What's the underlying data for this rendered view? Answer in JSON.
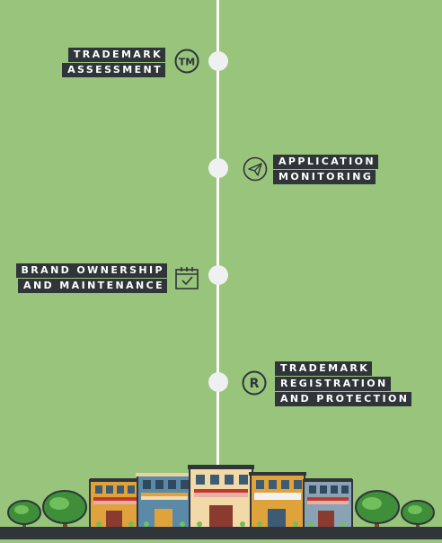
{
  "steps": [
    {
      "id": "assessment",
      "lines": [
        "TRADEMARK",
        "ASSESSMENT"
      ],
      "icon": "trademark-tm-icon",
      "icon_text": "TM"
    },
    {
      "id": "monitoring",
      "lines": [
        "APPLICATION",
        "MONITORING"
      ],
      "icon": "paper-plane-icon"
    },
    {
      "id": "ownership",
      "lines": [
        "BRAND OWNERSHIP",
        "AND MAINTENANCE"
      ],
      "icon": "calendar-check-icon"
    },
    {
      "id": "registration",
      "lines": [
        "TRADEMARK",
        "REGISTRATION",
        "AND PROTECTION"
      ],
      "icon": "registered-icon",
      "icon_text": "R"
    }
  ],
  "colors": {
    "background": "#98c47b",
    "label_bg": "#2f3539",
    "line": "#ffffff",
    "node": "#eef0f1",
    "icon_stroke": "#2f3539"
  }
}
